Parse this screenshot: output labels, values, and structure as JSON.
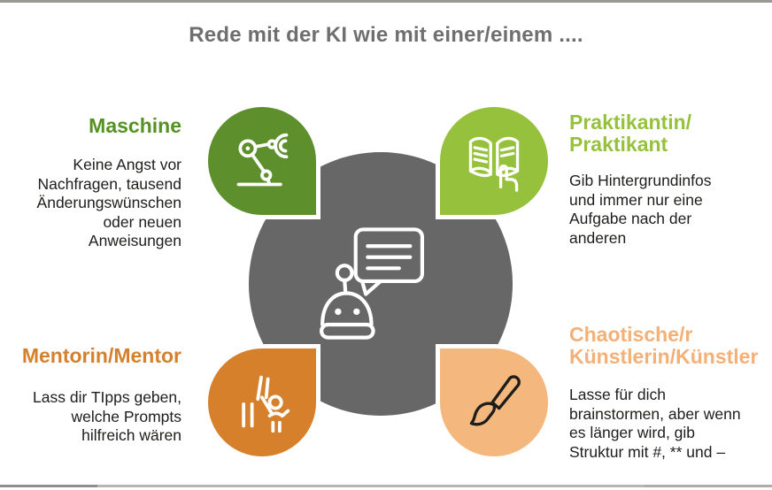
{
  "title": "Rede mit der KI wie mit einer/einem ....",
  "center": {
    "icon": "chatbot-speech-bubble-icon"
  },
  "quadrants": {
    "machine": {
      "heading": "Maschine",
      "body": "Keine Angst vor\nNachfragen, tausend\nÄnderungswünschen\noder neuen\nAnweisungen",
      "icon": "robot-arm-icon",
      "accent": "#5d8f2c"
    },
    "praktikant": {
      "heading": "Praktikantin/\nPraktikant",
      "body": "Gib Hintergrundinfos\nund immer nur eine\nAufgabe nach der\nanderen",
      "icon": "open-book-pointing-hand-icon",
      "accent": "#95c13c"
    },
    "mentor": {
      "heading": "Mentorin/Mentor",
      "body": "Lass dir TIpps geben,\nwelche Prompts\nhilfreich wären",
      "icon": "mentor-figures-icon",
      "accent": "#d7802b"
    },
    "kuenstler": {
      "heading": "Chaotische/r\nKünstlerin/Künstler",
      "body": "Lasse für dich\nbrainstormen, aber wenn\nes länger wird, gib\nStruktur mit #, ** und –",
      "icon": "paintbrush-icon",
      "accent": "#f4b87e"
    }
  },
  "colors": {
    "machine_green": "#5d8f2c",
    "praktikant_green": "#95c13c",
    "mentor_orange": "#d7802b",
    "kuenstler_peach": "#f4b87e",
    "center_gray": "#666766",
    "title_gray": "#6f6f6f",
    "body_text": "#1d1d1b"
  }
}
